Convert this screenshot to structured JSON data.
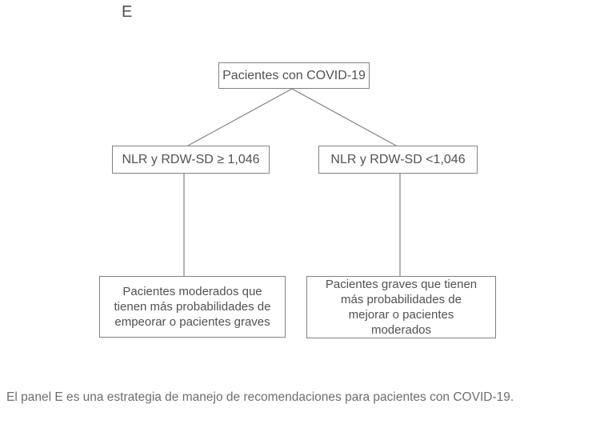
{
  "panel_label": "E",
  "flowchart": {
    "root": {
      "label": "Pacientes con COVID-19"
    },
    "left_branch": {
      "label": "NLR y RDW-SD ≥ 1,046"
    },
    "right_branch": {
      "label": "NLR y RDW-SD <1,046"
    },
    "left_outcome": {
      "label": "Pacientes moderados que tienen más probabilidades de empeorar o pacientes graves",
      "lines": [
        "Pacientes moderados que",
        "tienen más probabilidades de",
        "empeorar o pacientes graves"
      ]
    },
    "right_outcome": {
      "label": "Pacientes graves que tienen más probabilidades de mejorar o pacientes moderados",
      "lines": [
        "Pacientes graves que tienen",
        "más probabilidades de",
        "mejorar o pacientes",
        "moderados"
      ]
    }
  },
  "caption": "El panel E es una estrategia de manejo de recomendaciones para pacientes con COVID-19.",
  "colors": {
    "border": "#808285",
    "connector": "#808285",
    "node_text": "#515254",
    "caption_text": "#6d6e71",
    "background": "#ffffff"
  }
}
